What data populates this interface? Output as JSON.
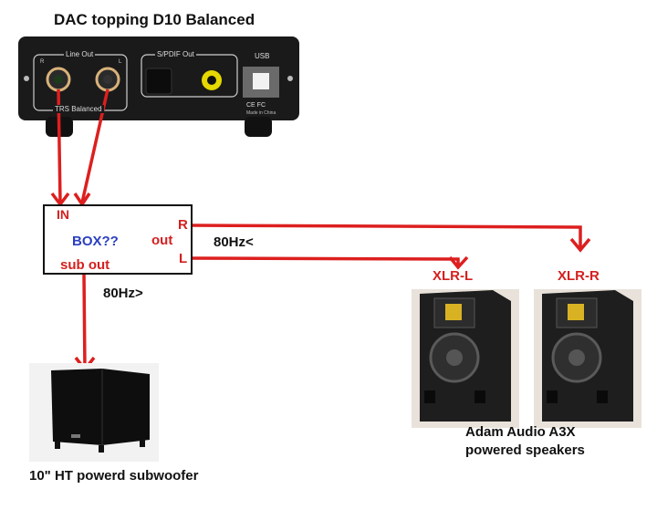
{
  "title": "DAC topping D10 Balanced",
  "dac": {
    "line_out_label": "Line Out",
    "line_out_sub_label": "TRS Balanced",
    "spdif_label": "S/PDIF Out",
    "usb_label": "USB",
    "cert_label": "CE FC",
    "made_in": "Made in China",
    "jack_left_mark": "R",
    "jack_right_mark": "L"
  },
  "box": {
    "in_label": "IN",
    "name": "BOX??",
    "out_label": "out",
    "r_label": "R",
    "l_label": "L",
    "sub_out_label": "sub out"
  },
  "freq_high": "80Hz<",
  "freq_low": "80Hz>",
  "xlr_left": "XLR-L",
  "xlr_right": "XLR-R",
  "speakers_caption_line1": "Adam Audio A3X",
  "speakers_caption_line2": "powered speakers",
  "sub_caption": "10\" HT powerd subwoofer",
  "colors": {
    "wire": "#dd1f1f",
    "box_name": "#2a3fc0",
    "device_black": "#151515"
  }
}
